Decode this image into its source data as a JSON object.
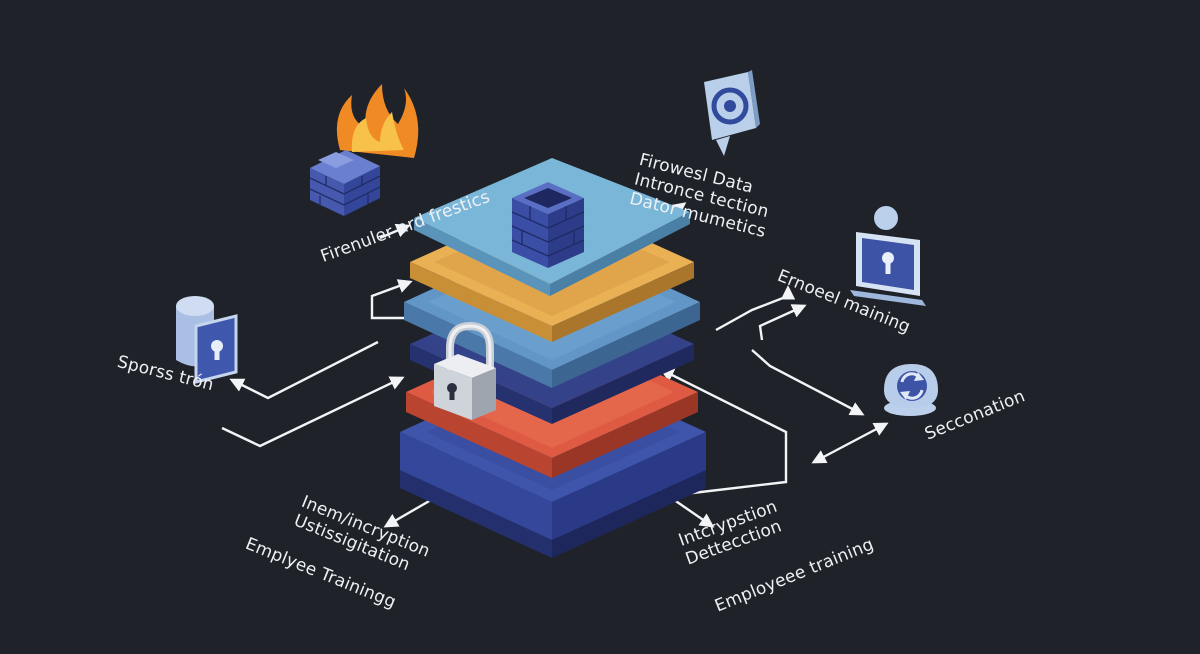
{
  "colors": {
    "background": "#1f2329",
    "layer_top": "#5fa2c7",
    "layer_orange": "#e3a64a",
    "layer_blue": "#5b89b8",
    "layer_navy": "#2f3d80",
    "layer_red": "#d9543d",
    "layer_base": "#34479a",
    "arrow": "#f2f4f6",
    "icon_blue": "#3d53a6",
    "icon_light": "#a9c4e6",
    "flame": "#f08a24"
  },
  "icons": [
    "firewall-flame-icon",
    "brick-tower-icon",
    "padlock-icon",
    "database-lock-icon",
    "target-sign-icon",
    "user-laptop-lock-icon",
    "sync-badge-icon"
  ],
  "labels": {
    "firewall": "Firenuler ard frestics",
    "data_protection": "Firowesl Data\nIntronce tection\nDator mumetics",
    "email_training": "Ernoeel maining",
    "spass_tron": "Sporss trón",
    "secconation": "Secconation",
    "encryption_left": "Inem/incryption\nUstissigitation",
    "employee_left": "Emplyee Trainingg",
    "detection": "Intcrypstion\nDettecction",
    "employee_right": "Employeee training"
  }
}
